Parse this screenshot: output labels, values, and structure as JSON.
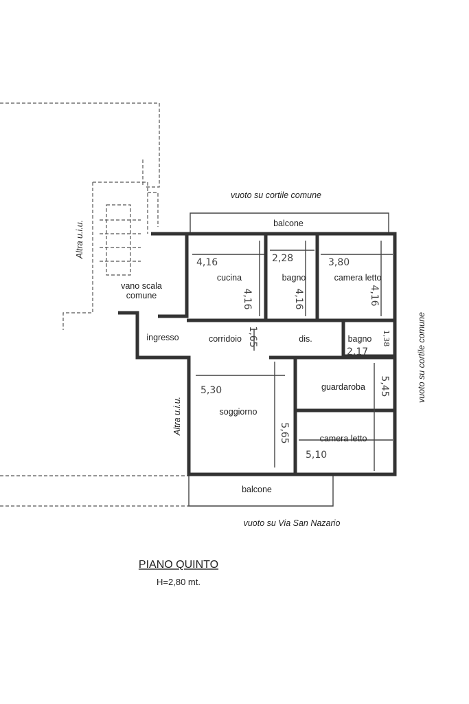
{
  "surroundings": {
    "top": "vuoto su cortile comune",
    "right": "vuoto su cortile comune",
    "bottom": "vuoto su Via San Nazario",
    "left_top": "Altra u.i.u.",
    "left_mid": "Altra u.i.u."
  },
  "rooms": {
    "balcone_top": "balcone",
    "balcone_bottom": "balcone",
    "vano_scala_1": "vano scala",
    "vano_scala_2": "comune",
    "cucina": "cucina",
    "bagno1": "bagno",
    "camera1": "camera letto",
    "ingresso": "ingresso",
    "corridoio": "corridoio",
    "dis": "dis.",
    "bagno2": "bagno",
    "guardaroba": "guardaroba",
    "soggiorno": "soggiorno",
    "camera2": "camera letto"
  },
  "dimensions": {
    "cucina_w": "4,16",
    "cucina_h": "4,16",
    "bagno_w": "2,28",
    "bagno_h": "4,16",
    "camera1_w": "3,80",
    "camera1_h": "4,16",
    "corridoio_h": "1,65",
    "bagno2_h": "1,38",
    "bagno2_w": "2,17",
    "guardaroba_h": "5,45",
    "soggiorno_w": "5,30",
    "soggiorno_h": "5,65",
    "camera2_w": "5,10"
  },
  "floor": {
    "title": "PIANO QUINTO",
    "height": "H=2,80 mt."
  }
}
